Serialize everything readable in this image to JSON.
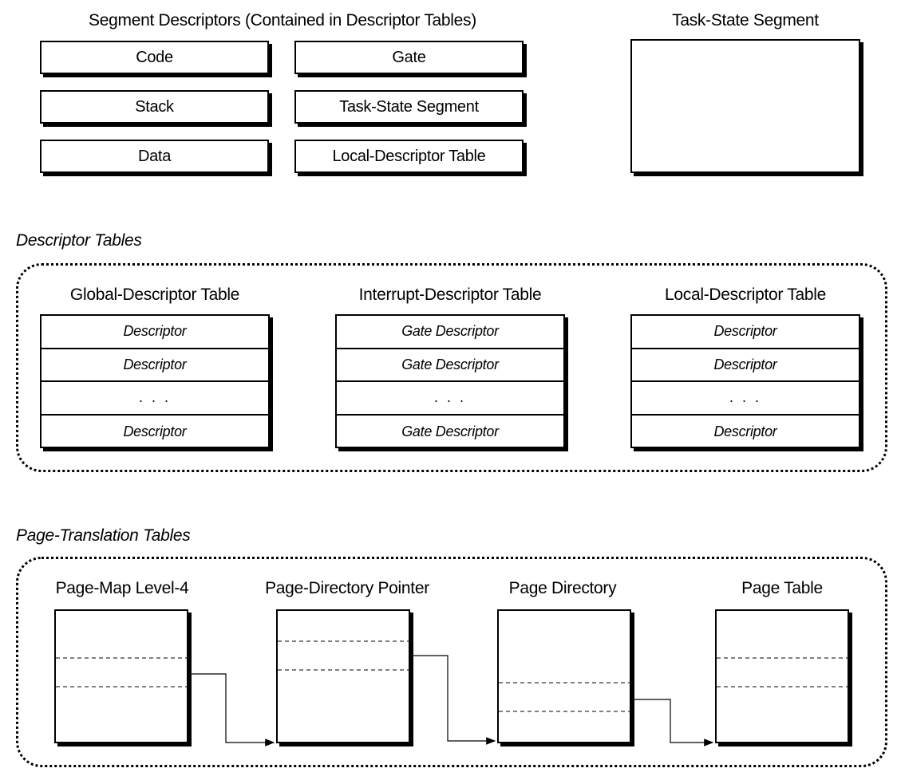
{
  "segment_descriptors": {
    "title": "Segment Descriptors (Contained in Descriptor Tables)",
    "items": [
      "Code",
      "Gate",
      "Stack",
      "Task-State Segment",
      "Data",
      "Local-Descriptor Table"
    ]
  },
  "task_state_segment": {
    "title": "Task-State Segment"
  },
  "descriptor_tables": {
    "section_title": "Descriptor Tables",
    "tables": [
      {
        "title": "Global-Descriptor Table",
        "rows": [
          "Descriptor",
          "Descriptor",
          ". . .",
          "Descriptor"
        ]
      },
      {
        "title": "Interrupt-Descriptor Table",
        "rows": [
          "Gate Descriptor",
          "Gate Descriptor",
          ". . .",
          "Gate Descriptor"
        ]
      },
      {
        "title": "Local-Descriptor Table",
        "rows": [
          "Descriptor",
          "Descriptor",
          ". . .",
          "Descriptor"
        ]
      }
    ]
  },
  "page_translation_tables": {
    "section_title": "Page-Translation Tables",
    "tables": [
      {
        "title": "Page-Map Level-4"
      },
      {
        "title": "Page-Directory Pointer"
      },
      {
        "title": "Page Directory"
      },
      {
        "title": "Page Table"
      }
    ]
  }
}
